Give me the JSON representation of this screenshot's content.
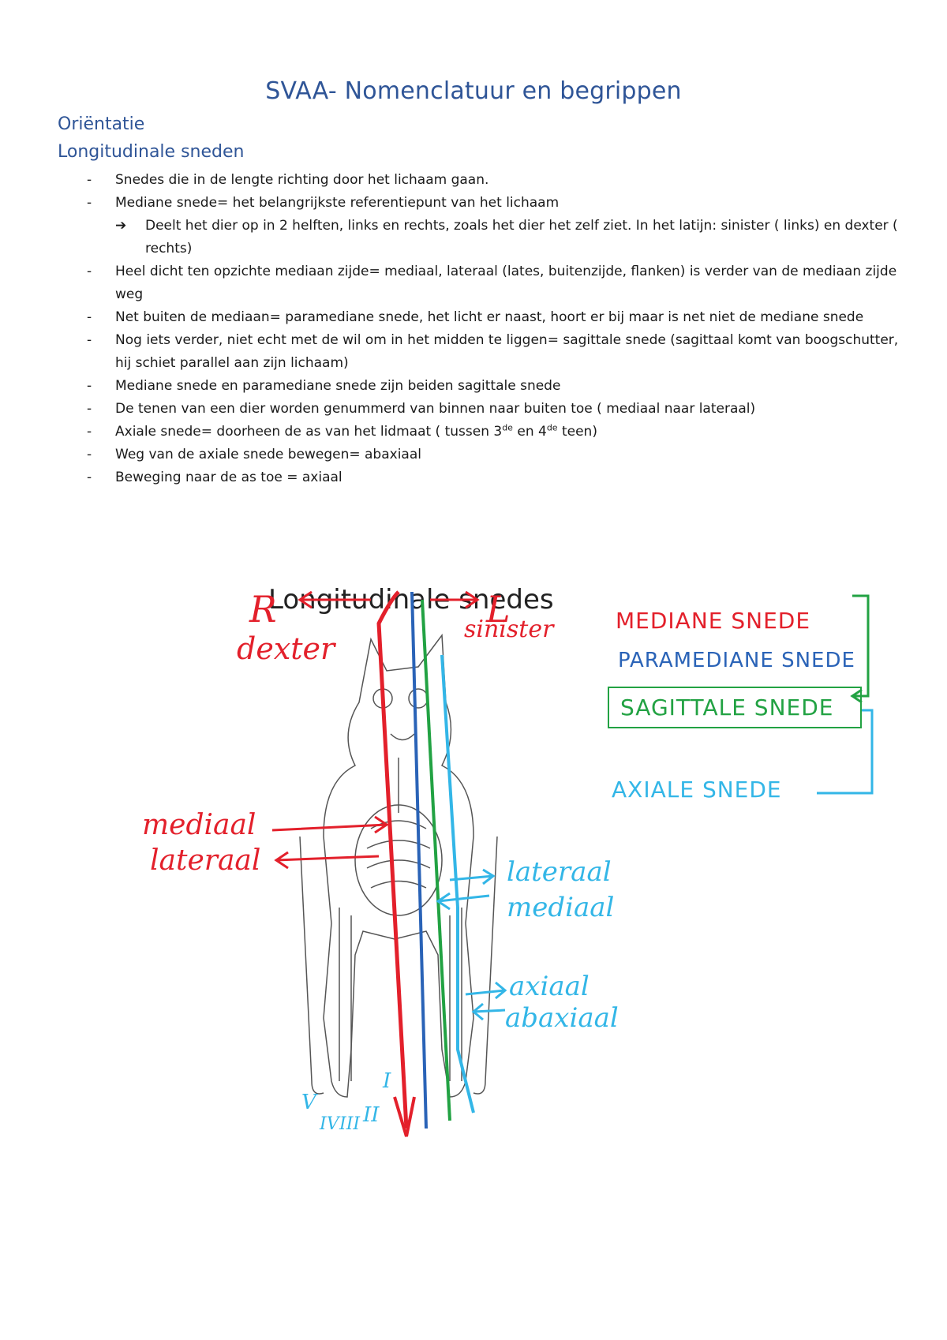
{
  "title": "SVAA- Nomenclatuur en begrippen",
  "heading_orientation": "Oriëntatie",
  "heading_longitudinal": "Longitudinale sneden",
  "bullets": [
    "Snedes die in de lengte richting door het lichaam gaan.",
    "Mediane snede= het belangrijkste referentiepunt van het lichaam",
    "Deelt het dier op in 2 helften, links en rechts, zoals het dier het zelf ziet. In het latijn: sinister ( links) en dexter ( rechts)",
    "Heel dicht ten opzichte mediaan zijde= mediaal, lateraal (lates, buitenzijde, flanken) is verder van de mediaan zijde weg",
    "Net buiten de mediaan= paramediane snede, het licht er naast, hoort er bij maar is net niet de mediane snede",
    "Nog iets verder, niet echt met de wil om in het midden te liggen= sagittale snede (sagittaal komt van boogschutter, hij schiet parallel aan zijn lichaam)",
    "Mediane snede en paramediane snede zijn beiden sagittale snede",
    "De tenen van een dier worden genummerd van binnen naar buiten toe ( mediaal naar lateraal)"
  ],
  "axial_bullet": {
    "before": "Axiale snede= doorheen de as van het lidmaat ( tussen 3",
    "sup1": "de",
    "middle": " en 4",
    "sup2": "de",
    "after": " teen)"
  },
  "bullets_end": [
    "Weg van de axiale snede bewegen= abaxiaal",
    "Beweging naar de as toe = axiaal"
  ],
  "figure": {
    "title": "Longitudinale snedes",
    "label_R": "R",
    "label_L": "L",
    "label_dexter": "dexter",
    "label_sinister": "sinister",
    "label_mediane": "MEDIANE SNEDE",
    "label_paramediane": "PARAMEDIANE SNEDE",
    "label_sagittale": "SAGITTALE SNEDE",
    "label_axiale": "AXIALE SNEDE",
    "label_mediaal_red": "mediaal",
    "label_lateraal_red": "lateraal",
    "label_lateraal_cyan": "lateraal",
    "label_mediaal_cyan": "mediaal",
    "label_axiaal": "axiaal",
    "label_abaxiaal": "abaxiaal",
    "toe_I": "I",
    "toe_II": "II",
    "toe_III": "III",
    "toe_IV": "IV",
    "toe_V": "V"
  },
  "colors": {
    "heading": "#2f5597",
    "red": "#e3202b",
    "blue": "#2a63b7",
    "green": "#22a243",
    "cyan": "#33b6e7"
  }
}
